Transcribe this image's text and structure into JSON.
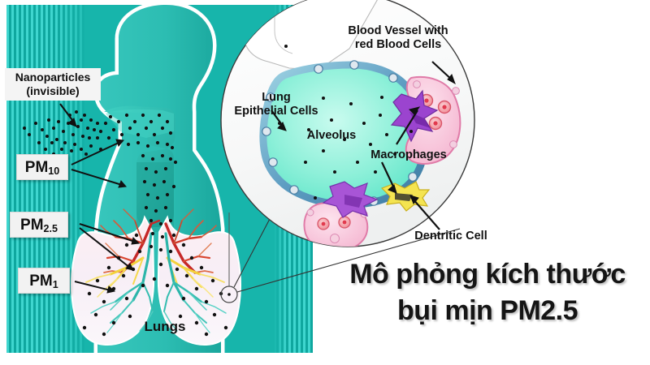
{
  "figure": {
    "title_vn_line1": "Mô phỏng kích thước",
    "title_vn_line2": "bụi mịn PM2.5",
    "background_color": "#17b5ab",
    "stripe_light": "#3fd6cf",
    "stripe_dark": "#0fa79f"
  },
  "left_panel": {
    "nanoparticles_line1": "Nanoparticles",
    "nanoparticles_line2": "(invisible)",
    "lungs_label": "Lungs",
    "pm_labels": [
      {
        "prefix": "PM",
        "sub": "10",
        "id": "pm10"
      },
      {
        "prefix": "PM",
        "sub": "2.5",
        "id": "pm25"
      },
      {
        "prefix": "PM",
        "sub": "1",
        "id": "pm1"
      }
    ]
  },
  "magnified_panel": {
    "blood_vessel_line1": "Blood Vessel with",
    "blood_vessel_line2": "red Blood Cells",
    "lung_epithelial_line1": "Lung",
    "lung_epithelial_line2": "Epithelial Cells",
    "alveolus": "Alveolus",
    "macrophages": "Macrophages",
    "dendritic": "Dentritic Cell",
    "colors": {
      "alveolus_fill": "#8ff0d8",
      "vessel_wall": "#6aa6c8",
      "blood_cell_pink": "#f7c4d8",
      "macrophage_purple": "#9b4fd0",
      "dendritic_yellow": "#f2e24a"
    }
  }
}
